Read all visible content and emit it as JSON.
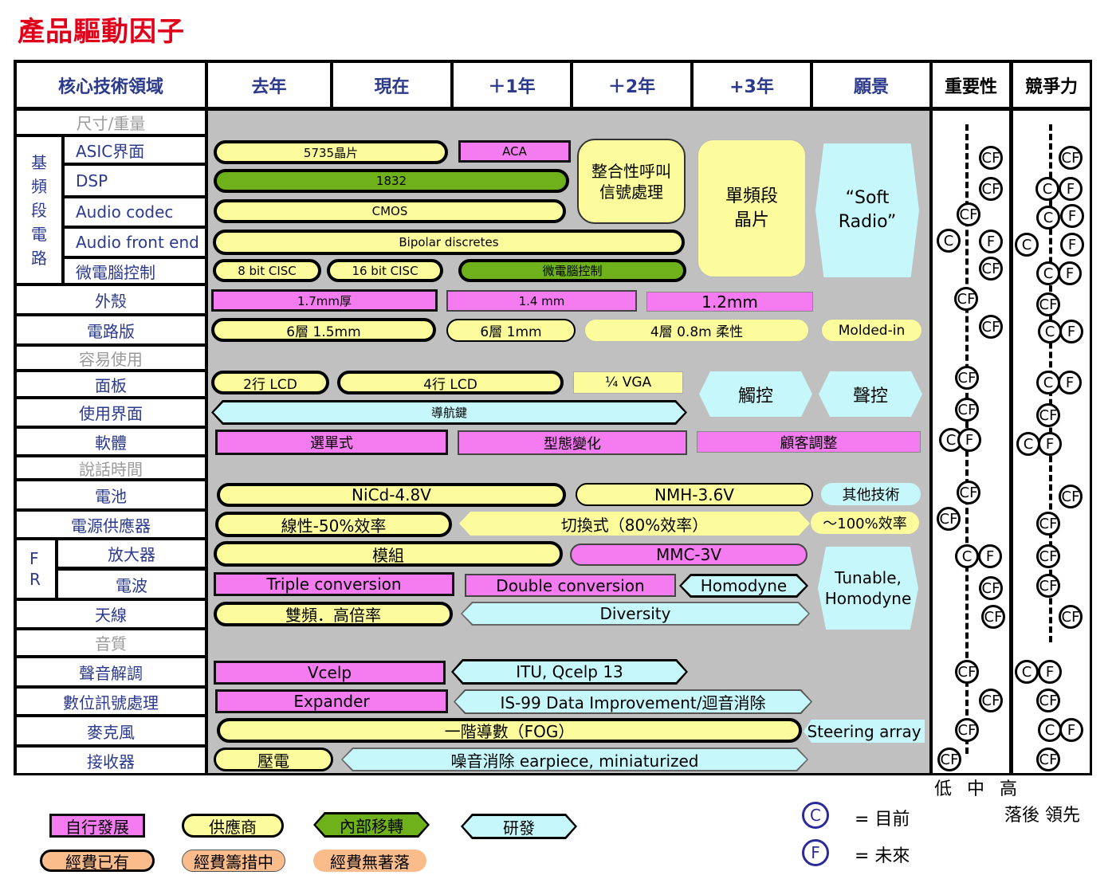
{
  "title": "產品驅動因子",
  "headers": {
    "domain": "核心技術領域",
    "last_year": "去年",
    "now": "現在",
    "plus1": "＋1年",
    "plus2": "＋2年",
    "plus3": "+3年",
    "vision": "願景",
    "importance": "重要性",
    "competitiveness": "競爭力"
  },
  "labels": {
    "size_weight": "尺寸/重量",
    "baseband_group": [
      "基",
      "頻",
      "段",
      "電",
      "路"
    ],
    "asic": "ASIC界面",
    "dsp": "DSP",
    "codec": "Audio codec",
    "frontend": "Audio front end",
    "micro": "微電腦控制",
    "housing": "外殼",
    "pcb": "電路版",
    "ease": "容易使用",
    "panel": "面板",
    "ui": "使用界面",
    "software": "軟體",
    "talktime": "說話時間",
    "battery": "電池",
    "power": "電源供應器",
    "rf_group": [
      "F",
      "R"
    ],
    "amp": "放大器",
    "radio": "電波",
    "antenna": "天線",
    "audio_quality": "音質",
    "vocoder": "聲音解調",
    "dsp2": "數位訊號處理",
    "mic": "麥克風",
    "receiver": "接收器"
  },
  "bars": {
    "b5735": "5735晶片",
    "aca": "ACA",
    "integ": "整合性呼叫信號處理",
    "single": "單頻段晶片",
    "soft": "“Soft Radio”",
    "b1832": "1832",
    "cmos": "CMOS",
    "bipolar": "Bipolar discretes",
    "cisc8": "8 bit CISC",
    "cisc16": "16 bit CISC",
    "micro": "微電腦控制",
    "h17": "1.7mm厚",
    "h14": "1.4 mm",
    "h12": "1.2mm",
    "p6_15": "6層 1.5mm",
    "p6_1": "6層 1mm",
    "p4": "4層 0.8m 柔性",
    "molded": "Molded-in",
    "lcd2": "2行 LCD",
    "lcd4": "4行 LCD",
    "vga": "¼ VGA",
    "touch": "觸控",
    "voice": "聲控",
    "nav": "導航鍵",
    "menu": "選單式",
    "form": "型態變化",
    "custom": "顧客調整",
    "nicd": "NiCd-4.8V",
    "nmh": "NMH-3.6V",
    "othertech": "其他技術",
    "linear": "線性-50%效率",
    "switching": "切換式（80%效率）",
    "eff100": "～100%效率",
    "module": "模組",
    "mmc": "MMC-3V",
    "triple": "Triple conversion",
    "double": "Double conversion",
    "homodyne": "Homodyne",
    "tunable": "Tunable, Homodyne",
    "dual": "雙頻．高倍率",
    "diversity": "Diversity",
    "vcelp": "Vcelp",
    "itu": "ITU, Qcelp 13",
    "expander": "Expander",
    "is99": "IS-99 Data Improvement/迴音消除",
    "fog": "一階導數（FOG）",
    "steering": "Steering array",
    "piezo": "壓電",
    "noise": "噪音消除 earpiece, miniaturized"
  },
  "scale": {
    "importance": "低 中 高",
    "competitiveness": "落後 領先"
  },
  "legend": {
    "self_dev": "自行發展",
    "supplier": "供應商",
    "internal": "內部移轉",
    "rnd": "研發",
    "funded": "經費已有",
    "raising": "經費籌措中",
    "nofund": "經費無著落",
    "c_letter": "C",
    "c_text": "= 目前",
    "f_letter": "F",
    "f_text": "= 未來"
  },
  "markers": {
    "cf": "CF",
    "c": "C",
    "f": "F"
  },
  "colors": {
    "title": "#e0001a",
    "label_text": "#2b3a8c",
    "self_dev": "#f47bf0",
    "supplier": "#fcfc9c",
    "internal": "#6eb11a",
    "rnd": "#c6f7fb",
    "funded": "#fbbc8c",
    "panel_bg": "#c0c0c0"
  }
}
